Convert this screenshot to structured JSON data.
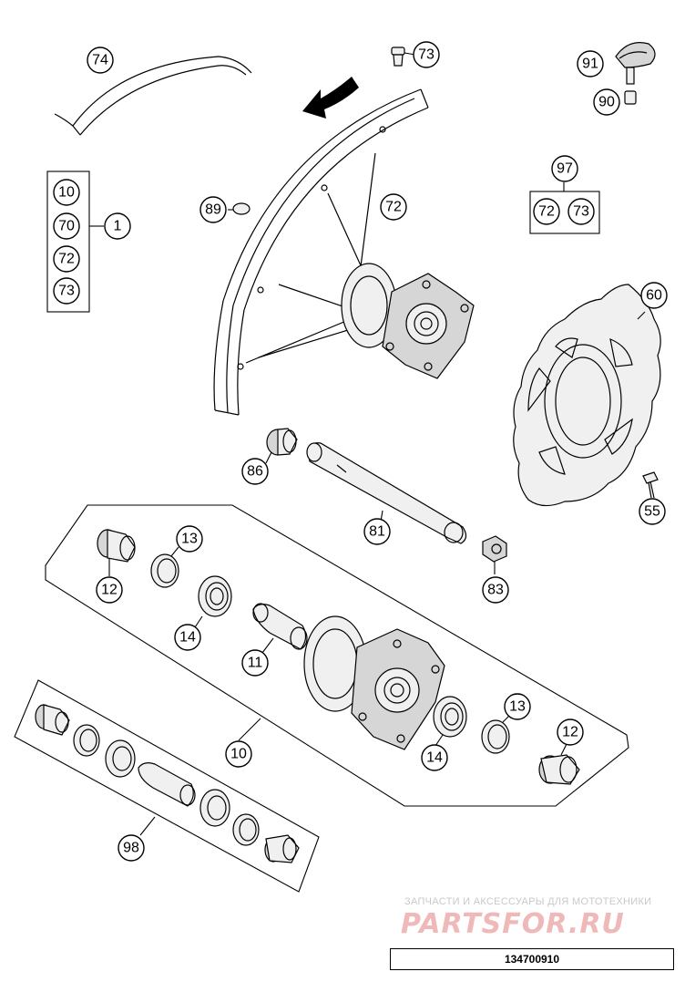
{
  "callouts": {
    "c74": "74",
    "c73top": "73",
    "c91": "91",
    "c90": "90",
    "c97": "97",
    "c97_72": "72",
    "c97_73": "73",
    "c89": "89",
    "c72": "72",
    "c1": "1",
    "c1_10": "10",
    "c1_70": "70",
    "c1_72": "72",
    "c1_73": "73",
    "c60": "60",
    "c86": "86",
    "c55": "55",
    "c81": "81",
    "c83": "83",
    "c13a": "13",
    "c12a": "12",
    "c14a": "14",
    "c11": "11",
    "c10": "10",
    "c13b": "13",
    "c12b": "12",
    "c14b": "14",
    "c98": "98"
  },
  "watermark": {
    "caption": "ЗАПЧАСТИ И АКСЕССУАРЫ ДЛЯ МОТОТЕХНИКИ",
    "logo": "PARTSFOR.RU"
  },
  "drawing_number": "134700910"
}
